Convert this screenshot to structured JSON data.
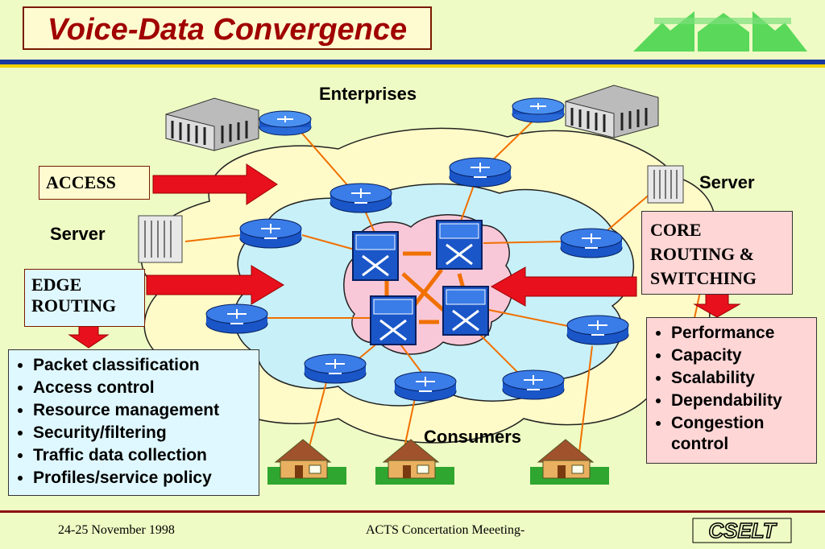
{
  "title": "Voice-Data Convergence",
  "labels": {
    "enterprises": "Enterprises",
    "consumers": "Consumers",
    "server_right": "Server",
    "server_left": "Server"
  },
  "access_box": "ACCESS",
  "edge_box": [
    "EDGE",
    "ROUTING"
  ],
  "core_box": [
    "CORE",
    "ROUTING &",
    "SWITCHING"
  ],
  "edge_features": [
    "Packet classification",
    "Access control",
    "Resource management",
    "Security/filtering",
    "Traffic data collection",
    "Profiles/service policy"
  ],
  "core_features": [
    "Performance",
    "Capacity",
    "Scalability",
    "Dependability",
    "Congestion control"
  ],
  "footer": {
    "date": "24-25 November 1998",
    "event": "ACTS Concertation Meeeting-",
    "logo_text": "CSELT"
  },
  "colors": {
    "title": "#a00000",
    "arrow": "#e8101c",
    "router": "#1a56c8",
    "link": "#f07000",
    "core_cloud": "#f8c8d8",
    "edge_cloud": "#c8f0f8",
    "access_cloud": "#fffbc8"
  },
  "icons": {
    "enterprise": "office-building-icon",
    "router": "router-icon",
    "switch": "atm-switch-icon",
    "server": "server-rack-icon",
    "consumer": "house-icon"
  }
}
